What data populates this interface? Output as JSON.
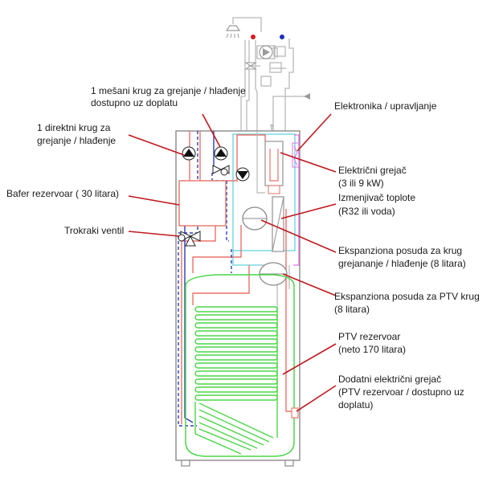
{
  "labels": {
    "mixed_circuit": [
      "1 mešani krug za grejanje / hlađenje",
      "dostupno uz doplatu"
    ],
    "direct_circuit": [
      "1 direktni krug za",
      "grejanje / hlađenje"
    ],
    "buffer_tank": [
      "Bafer rezervoar ( 30 litara)"
    ],
    "three_way_valve": [
      "Trokraki ventil"
    ],
    "electronics": [
      "Elektronika / upravljanje"
    ],
    "electric_heater": [
      "Električni grejač",
      "(3 ili 9 kW)"
    ],
    "heat_exchanger": [
      "Izmenjivač toplote",
      "(R32 ili voda)"
    ],
    "expansion_heating": [
      "Ekspanziona posuda za krug",
      "grejananje / hlađenje (8 litara)"
    ],
    "expansion_dhw": [
      "Ekspanziona posuda za PTV krug",
      "(8 litara)"
    ],
    "dhw_tank": [
      "PTV rezervoar",
      "(neto 170 litara)"
    ],
    "extra_heater": [
      "Dodatni električni grejač",
      "(PTV rezervoar / dostupno uz",
      "doplatu)"
    ]
  },
  "colors": {
    "leader": "#c0191e",
    "unit_outline": "#8a8a8a",
    "coil": "#4cd64a",
    "pipe_hot": "#e8736a",
    "pipe_cold": "#2b3fb8",
    "pipe_blue_dashed": "#2b3fb8",
    "pipe_cyan": "#62d4df",
    "pipe_magenta": "#e070e0",
    "pipe_grey": "#b8b8b8",
    "pump": "#111111"
  }
}
